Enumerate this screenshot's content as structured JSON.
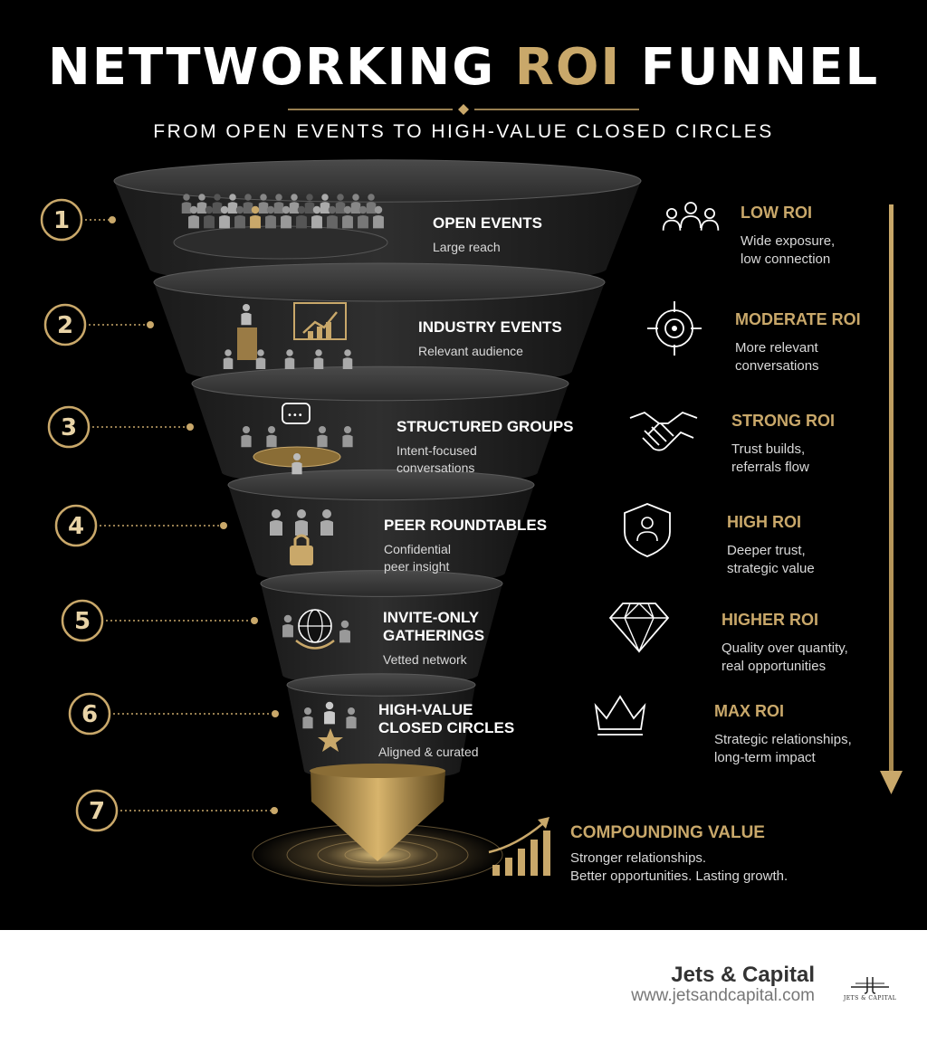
{
  "title": {
    "part1": "NETTWORKING",
    "highlight": "ROI",
    "part2": "FUNNEL"
  },
  "subtitle": "FROM OPEN EVENTS TO HIGH-VALUE CLOSED CIRCLES",
  "colors": {
    "background": "#000000",
    "gold": "#c9a86a",
    "text": "#ffffff",
    "muted": "#d9d9d9"
  },
  "stages": [
    {
      "number": "1",
      "title": "OPEN EVENTS",
      "desc": [
        "Large reach"
      ],
      "icon": "crowd-icon",
      "roi_title": "LOW ROI",
      "roi_desc": [
        "Wide exposure,",
        "low connection"
      ],
      "roi_icon": "group-outline-icon"
    },
    {
      "number": "2",
      "title": "INDUSTRY EVENTS",
      "desc": [
        "Relevant audience"
      ],
      "icon": "presentation-icon",
      "roi_title": "MODERATE ROI",
      "roi_desc": [
        "More relevant",
        "conversations"
      ],
      "roi_icon": "target-icon"
    },
    {
      "number": "3",
      "title": "STRUCTURED GROUPS",
      "desc": [
        "Intent-focused",
        "conversations"
      ],
      "icon": "round-table-icon",
      "roi_title": "STRONG ROI",
      "roi_desc": [
        "Trust builds,",
        "referrals flow"
      ],
      "roi_icon": "handshake-icon"
    },
    {
      "number": "4",
      "title": "PEER ROUNDTABLES",
      "desc": [
        "Confidential",
        "peer insight"
      ],
      "icon": "lock-group-icon",
      "roi_title": "HIGH ROI",
      "roi_desc": [
        "Deeper trust,",
        "strategic value"
      ],
      "roi_icon": "shield-user-icon"
    },
    {
      "number": "5",
      "title": [
        "INVITE-ONLY",
        "GATHERINGS"
      ],
      "desc": [
        "Vetted network"
      ],
      "icon": "globe-group-icon",
      "roi_title": "HIGHER ROI",
      "roi_desc": [
        "Quality over quantity,",
        "real opportunities"
      ],
      "roi_icon": "diamond-icon"
    },
    {
      "number": "6",
      "title": [
        "HIGH-VALUE",
        "CLOSED CIRCLES"
      ],
      "desc": [
        "Aligned & curated"
      ],
      "icon": "star-group-icon",
      "roi_title": "MAX ROI",
      "roi_desc": [
        "Strategic relationships,",
        "long-term impact"
      ],
      "roi_icon": "crown-icon"
    },
    {
      "number": "7",
      "icon": "funnel-tip-icon"
    }
  ],
  "compounding": {
    "title": "COMPOUNDING VALUE",
    "desc": [
      "Stronger relationships.",
      "Better opportunities. Lasting growth."
    ],
    "icon": "growth-chart-icon"
  },
  "footer": {
    "brand": "Jets & Capital",
    "url": "www.jetsandcapital.com",
    "logo_text": "JETS & CAPITAL",
    "logo_icon": "jets-capital-logo-icon"
  }
}
